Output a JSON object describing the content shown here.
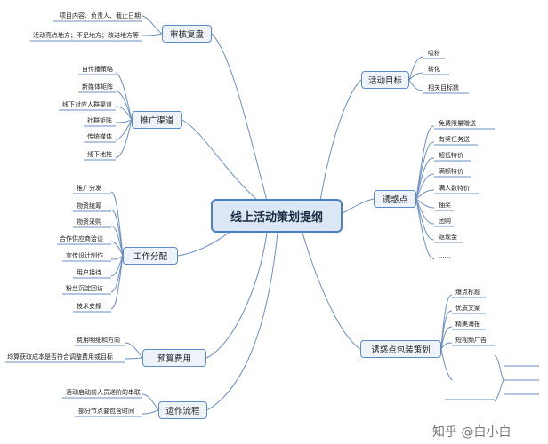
{
  "center": "线上活动策划提纲",
  "branches": {
    "review": {
      "label": "审核复盘",
      "items": [
        "项目内容、负责人、截止日期",
        "活动亮点地方；不足地方；改进地方等"
      ]
    },
    "promo": {
      "label": "推广渠道",
      "items": [
        "自传播策略",
        "新媒体矩阵",
        "线下对应人群渠道",
        "社群矩阵",
        "传统媒体",
        "线下地推"
      ]
    },
    "work": {
      "label": "工作分配",
      "items": [
        "推广分发",
        "物资统筹",
        "物资采购",
        "合作供应商洽谈",
        "宣传设计制作",
        "用户接待",
        "粉丝沉淀回访",
        "技术支撑"
      ]
    },
    "budget": {
      "label": "预算费用",
      "items": [
        "费用明细和方向",
        "均算获取成本是否符合调整费用或目标"
      ]
    },
    "flow": {
      "label": "运作流程",
      "items": [
        "活动启动前人员递阶的串联",
        "部分节点要包含时间"
      ]
    },
    "goal": {
      "label": "活动目标",
      "items": [
        "吸粉",
        "转化",
        "相关目标数"
      ]
    },
    "hook": {
      "label": "诱惑点",
      "items": [
        "免费限量赠送",
        "有奖任务送",
        "超低特价",
        "满额特价",
        "满人数特价",
        "抽奖",
        "团购",
        "返现金",
        "......"
      ]
    },
    "pack": {
      "label": "诱惑点包装策划",
      "items": [
        "爆点标题",
        "优质文案",
        "精美海报",
        "短视频广告"
      ]
    }
  },
  "watermark": "知乎 @白小白"
}
